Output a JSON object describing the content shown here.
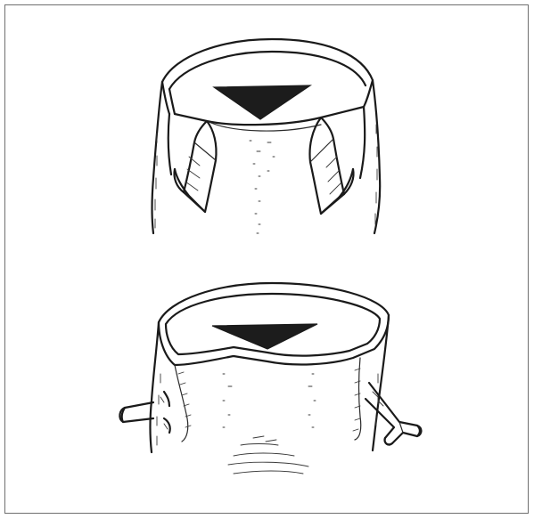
{
  "figure": {
    "panels": [
      {
        "id": "top",
        "icon": "vessel-with-two-cut-flaps"
      },
      {
        "id": "bottom",
        "icon": "vessel-with-branch-stumps"
      }
    ]
  }
}
